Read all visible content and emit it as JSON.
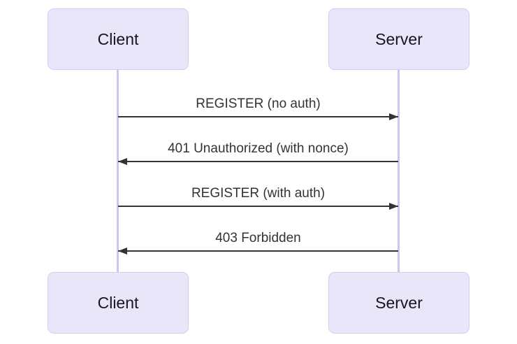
{
  "diagram": {
    "type": "sequence",
    "actors": [
      {
        "id": "client",
        "label": "Client"
      },
      {
        "id": "server",
        "label": "Server"
      }
    ],
    "messages": [
      {
        "label": "REGISTER (no auth)",
        "from": "client",
        "to": "server",
        "direction": "right",
        "line_style": "solid"
      },
      {
        "label": "401 Unauthorized (with nonce)",
        "from": "server",
        "to": "client",
        "direction": "left",
        "line_style": "solid"
      },
      {
        "label": "REGISTER (with auth)",
        "from": "client",
        "to": "server",
        "direction": "right",
        "line_style": "solid"
      },
      {
        "label": "403 Forbidden",
        "from": "server",
        "to": "client",
        "direction": "left",
        "line_style": "solid"
      }
    ],
    "colors": {
      "background": "#ffffff",
      "actor_fill": "#e9e6f9",
      "actor_border": "#d5ccf1",
      "lifeline": "#ccc5ee",
      "arrow": "#333333",
      "text": "#16161d",
      "message_text": "#333333"
    }
  }
}
